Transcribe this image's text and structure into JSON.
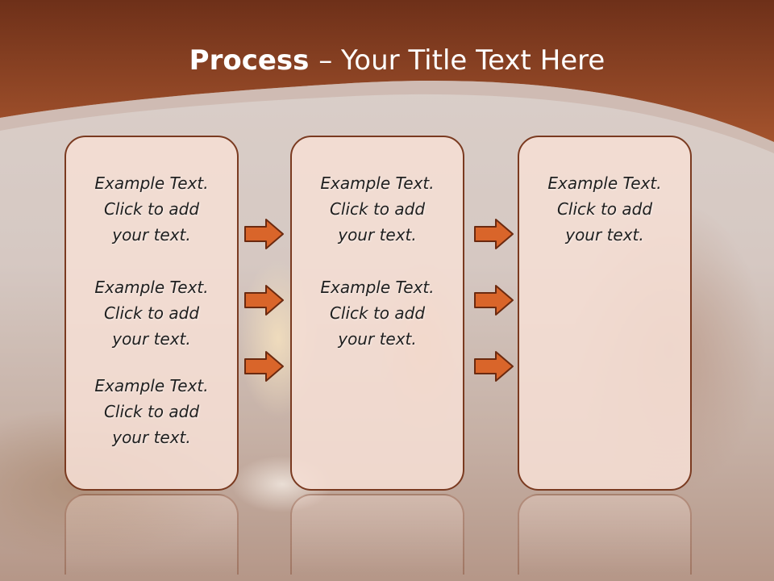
{
  "title": {
    "bold": "Process ",
    "rest": " – Your Title Text Here"
  },
  "columns": [
    {
      "items": [
        {
          "line1": "Example Text.",
          "line2": "Click  to add",
          "line3": "your text."
        },
        {
          "line1": "Example Text.",
          "line2": "Click  to add",
          "line3": "your text."
        },
        {
          "line1": "Example Text.",
          "line2": "Click  to add",
          "line3": "your text."
        }
      ]
    },
    {
      "items": [
        {
          "line1": "Example Text.",
          "line2": "Click  to add",
          "line3": "your text."
        },
        {
          "line1": "Example Text.",
          "line2": "Click  to add",
          "line3": "your text."
        }
      ]
    },
    {
      "items": [
        {
          "line1": "Example Text.",
          "line2": "Click  to add",
          "line3": "your text."
        }
      ]
    }
  ],
  "colors": {
    "header": "#8a3f1f",
    "arrow_fill": "#d9652a",
    "arrow_stroke": "#6b2a10",
    "panel_border": "#7a3a20"
  }
}
